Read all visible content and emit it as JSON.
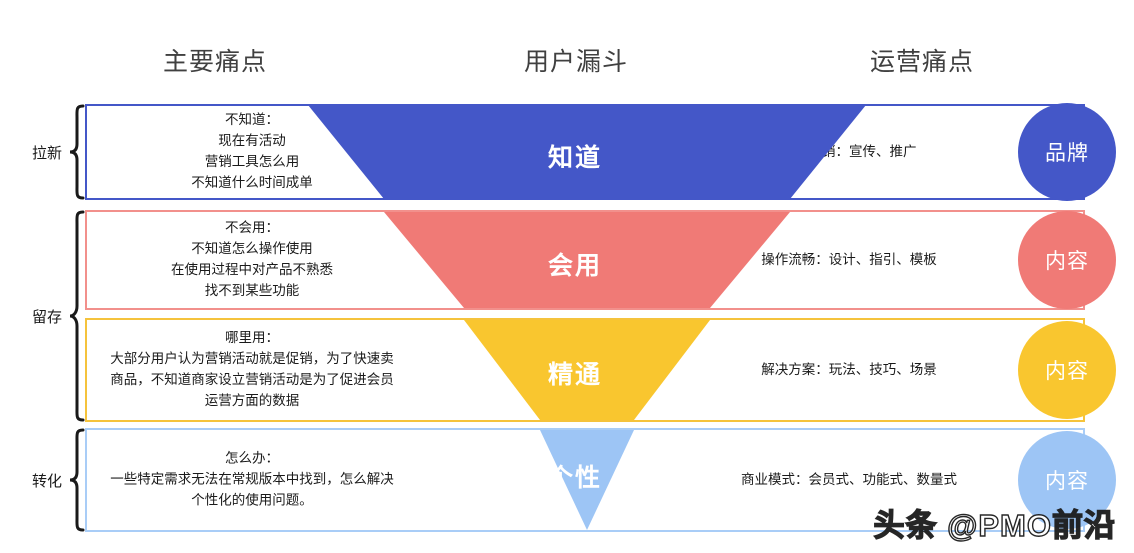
{
  "headers": {
    "pain_points": "主要痛点",
    "user_funnel": "用户漏斗",
    "operation_pain": "运营痛点"
  },
  "colors": {
    "stage1": "#4457c8",
    "stage2": "#f07a76",
    "stage3": "#f9c62f",
    "stage4": "#9dc5f5",
    "border1": "#4457c8",
    "border2": "#f2908c",
    "border3": "#f5c33c",
    "border4": "#a9cdf7"
  },
  "groups": [
    {
      "label": "拉新"
    },
    {
      "label": "留存"
    },
    {
      "label": "转化"
    }
  ],
  "stages": [
    {
      "funnel_label": "知道",
      "pain_text": "不知道：\n现在有活动\n营销工具怎么用\n不知道什么时间成单",
      "ops_text": "认知营销：宣传、推广",
      "circle_label": "品牌"
    },
    {
      "funnel_label": "会用",
      "pain_text": "不会用：\n不知道怎么操作使用\n在使用过程中对产品不熟悉\n找不到某些功能",
      "ops_text": "操作流畅：设计、指引、模板",
      "circle_label": "内容"
    },
    {
      "funnel_label": "精通",
      "pain_text": "哪里用：\n大部分用户认为营销活动就是促销，为了快速卖商品，不知道商家设立营销活动是为了促进会员运营方面的数据",
      "ops_text": "解决方案：玩法、技巧、场景",
      "circle_label": "内容"
    },
    {
      "funnel_label": "个性",
      "pain_text": "怎么办：\n一些特定需求无法在常规版本中找到，怎么解决个性化的使用问题。",
      "ops_text": "商业模式：会员式、功能式、数量式",
      "circle_label": "内容"
    }
  ],
  "watermark": "头条 @PMO前沿"
}
